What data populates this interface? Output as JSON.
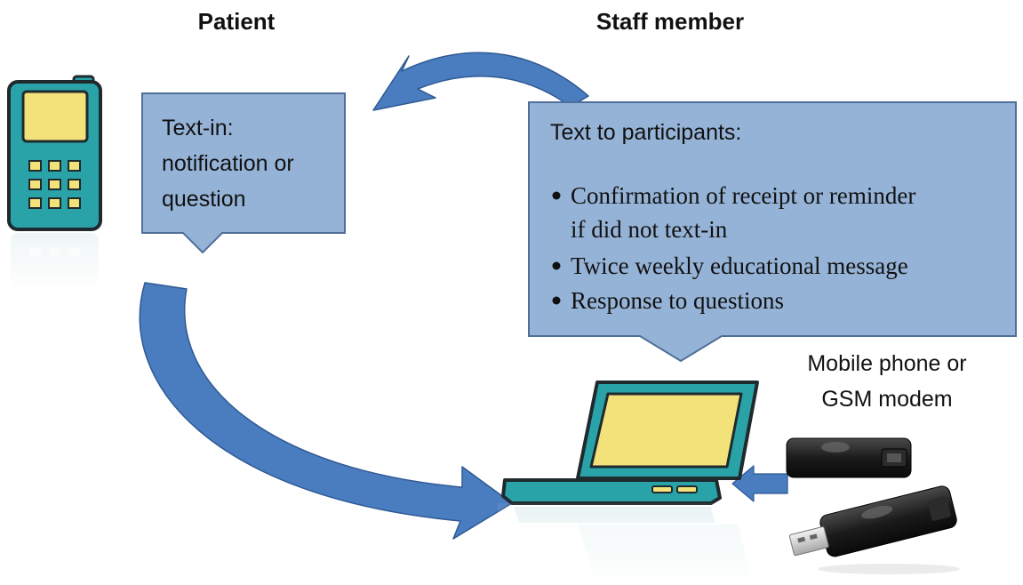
{
  "headers": {
    "patient": "Patient",
    "staff": "Staff member"
  },
  "patient_box": {
    "lines": [
      "Text-in:",
      "notification or",
      "question"
    ]
  },
  "staff_box": {
    "title": "Text to participants:",
    "bullets": [
      [
        "Confirmation of receipt or reminder",
        "if did not text-in"
      ],
      [
        "Twice weekly educational message"
      ],
      [
        "Response to questions"
      ]
    ]
  },
  "modem_label": {
    "lines": [
      "Mobile phone or",
      "GSM modem"
    ]
  },
  "icons": {
    "patient_device": "mobile-phone-icon",
    "staff_device": "laptop-icon",
    "modem": "usb-gsm-modem-icon"
  },
  "colors": {
    "box_fill": "#95b3d7",
    "box_stroke": "#4f6e9a",
    "arrow_fill": "#4a7cc0",
    "device_teal": "#2aa3a8",
    "device_screen": "#f3e27a",
    "device_outline": "#1f2a2e"
  }
}
